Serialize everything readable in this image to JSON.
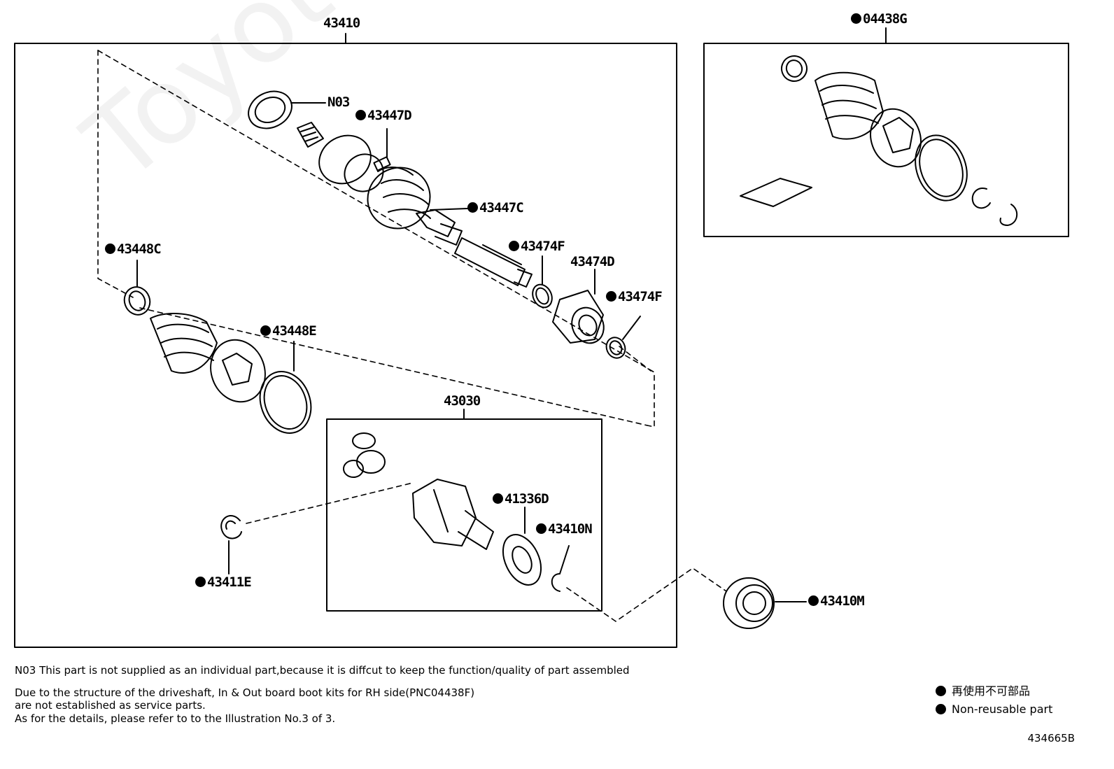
{
  "watermark": "ToyotaCarMiner.ru",
  "labels": {
    "l43410": "43410",
    "l04438G": "04438G",
    "lN03": "N03",
    "l43447D": "43447D",
    "l43447C": "43447C",
    "l43448C": "43448C",
    "l43474F_a": "43474F",
    "l43474D": "43474D",
    "l43474F_b": "43474F",
    "l43448E": "43448E",
    "l43030": "43030",
    "l41336D": "41336D",
    "l43410N": "43410N",
    "l43411E": "43411E",
    "l43410M": "43410M"
  },
  "notes": {
    "n1": "N03 This part is not supplied as an  individual part,because it is diffcut to keep the function/quality of part assembled",
    "n2": "Due to the structure of the driveshaft, In & Out board  boot kits for RH side(PNC04438F)",
    "n3": "are not established as service parts.",
    "n4": "As for the details, please refer to to the Illustration No.3 of 3."
  },
  "legend": {
    "jp": "再使用不可部品",
    "en": "Non-reusable part"
  },
  "illustration_number": "434665B"
}
